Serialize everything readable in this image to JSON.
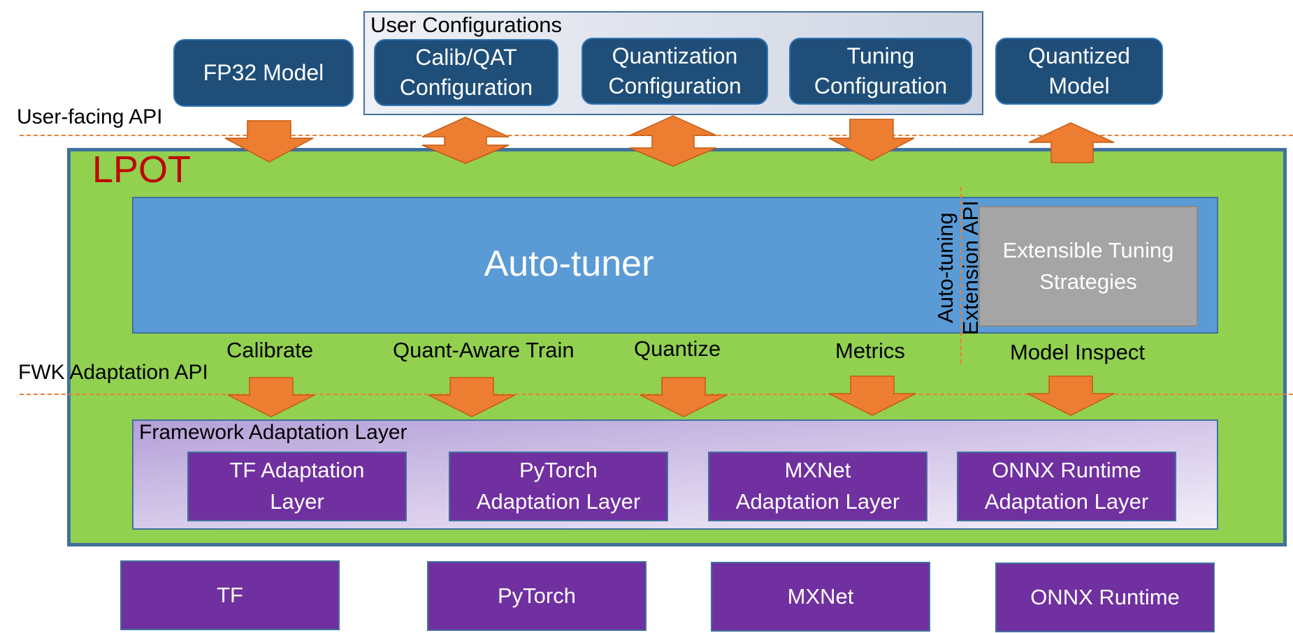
{
  "user_configurations": {
    "title": "User Configurations",
    "items": [
      "Calib/QAT\nConfiguration",
      "Quantization\nConfiguration",
      "Tuning\nConfiguration"
    ]
  },
  "fp32_model": "FP32 Model",
  "quantized_model": "Quantized\nModel",
  "user_facing_api": "User-facing API",
  "lpot": {
    "title": "LPOT",
    "auto_tuner": "Auto-tuner",
    "extension_api": "Auto-tuning\nExtension API",
    "strategies": "Extensible Tuning\nStrategies",
    "operations": [
      "Calibrate",
      "Quant-Aware Train",
      "Quantize",
      "Metrics",
      "Model Inspect"
    ]
  },
  "fwk_adaptation_api": "FWK Adaptation API",
  "framework_adaptation_layer": {
    "title": "Framework Adaptation Layer",
    "layers": [
      "TF Adaptation\nLayer",
      "PyTorch\nAdaptation Layer",
      "MXNet\nAdaptation Layer",
      "ONNX Runtime\nAdaptation Layer"
    ]
  },
  "frameworks": [
    "TF",
    "PyTorch",
    "MXNet",
    "ONNX Runtime"
  ],
  "colors": {
    "navy_box": "#1F4E79",
    "lpot_green": "#92D050",
    "auto_tuner_blue": "#5B9BD5",
    "strategies_gray": "#A5A5A5",
    "framework_purple": "#7030A0",
    "arrow_orange": "#ED7D31",
    "lpot_title_red": "#C00000"
  }
}
